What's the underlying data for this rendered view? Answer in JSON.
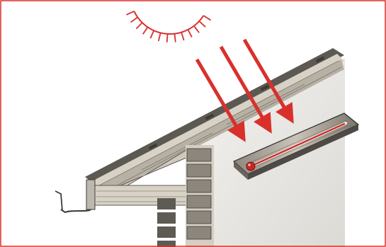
{
  "colors": {
    "border": "#d9302c",
    "sun": "#d9302c",
    "arrow": "#d9302c",
    "mercury": "#c8261f",
    "wood_light": "#d8d2c6",
    "wood_dark": "#6a655e",
    "wall": "#e9e7e3",
    "ink": "#2b2a28"
  },
  "illustration": {
    "subject": "sun-heating-thermometer-on-house-wall",
    "elements": [
      "sun-icon",
      "heat-ray-arrow-icon",
      "roof",
      "gutter",
      "brick-chimney",
      "wall",
      "thermometer"
    ],
    "arrow_count": 3,
    "sun_ray_count": 13
  }
}
